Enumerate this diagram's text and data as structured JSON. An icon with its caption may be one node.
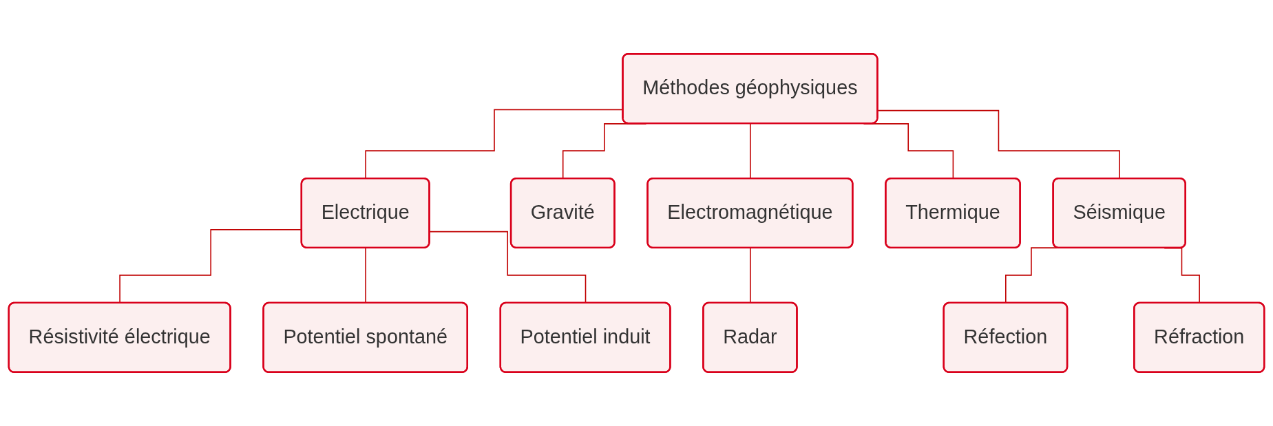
{
  "diagram": {
    "nodes": [
      {
        "text": [
          "Méthodes géophysiques"
        ]
      },
      {
        "text": [
          "Electrique"
        ]
      },
      {
        "text": [
          "Gravité"
        ]
      },
      {
        "text": [
          "Electromagnétique"
        ]
      },
      {
        "text": [
          "Thermique"
        ]
      },
      {
        "text": [
          "Séismique"
        ]
      },
      {
        "text": [
          "Résistivité électrique"
        ]
      },
      {
        "text": [
          "Potentiel spontané"
        ]
      },
      {
        "text": [
          "Potentiel induit"
        ]
      },
      {
        "text": [
          "Radar"
        ]
      },
      {
        "text": [
          "Réfection"
        ]
      },
      {
        "text": [
          "Réfraction"
        ]
      }
    ],
    "edges": [
      {
        "from": 0,
        "to": 1,
        "arrow": "none"
      },
      {
        "from": 0,
        "to": 2,
        "arrow": "none"
      },
      {
        "from": 0,
        "to": 3,
        "arrow": "none"
      },
      {
        "from": 0,
        "to": 4,
        "arrow": "none"
      },
      {
        "from": 0,
        "to": 5,
        "arrow": "none"
      },
      {
        "from": 1,
        "to": 6,
        "arrow": "none"
      },
      {
        "from": 1,
        "to": 7,
        "arrow": "none"
      },
      {
        "from": 1,
        "to": 8,
        "arrow": "none"
      },
      {
        "from": 3,
        "to": 9,
        "arrow": "none"
      },
      {
        "from": 5,
        "to": 10,
        "arrow": "none"
      },
      {
        "from": 5,
        "to": 11,
        "arrow": "none"
      }
    ]
  }
}
